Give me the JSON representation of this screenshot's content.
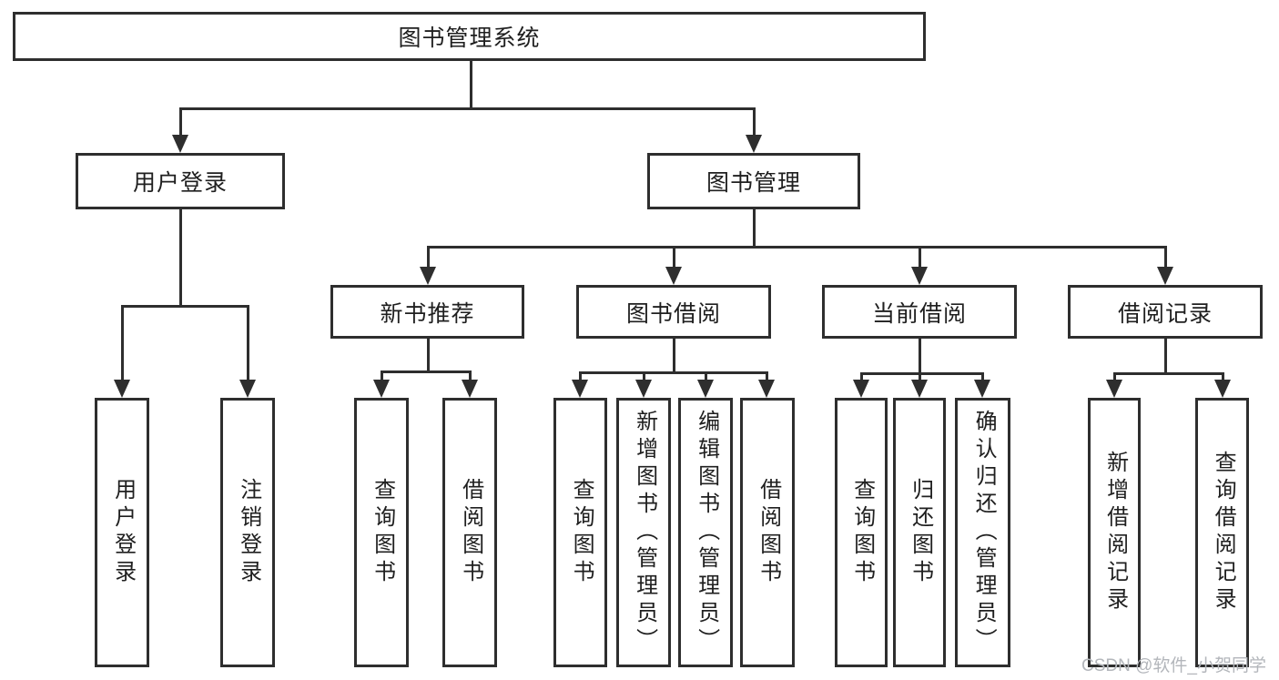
{
  "colors": {
    "line": "#2e2e2e",
    "text": "#1f1f1f",
    "background": "#ffffff",
    "watermark": "#b3b6bb"
  },
  "root": {
    "label": "图书管理系统"
  },
  "level2": [
    {
      "label": "用户登录"
    },
    {
      "label": "图书管理"
    }
  ],
  "user_login_children": [
    {
      "label": "用户登录"
    },
    {
      "label": "注销登录"
    }
  ],
  "level3": [
    {
      "label": "新书推荐"
    },
    {
      "label": "图书借阅"
    },
    {
      "label": "当前借阅"
    },
    {
      "label": "借阅记录"
    }
  ],
  "new_book_children": [
    {
      "label": "查询图书"
    },
    {
      "label": "借阅图书"
    }
  ],
  "book_borrow_children": [
    {
      "label": "查询图书"
    },
    {
      "label": "新增图书（管理员）"
    },
    {
      "label": "编辑图书（管理员）"
    },
    {
      "label": "借阅图书"
    }
  ],
  "current_borrow_children": [
    {
      "label": "查询图书"
    },
    {
      "label": "归还图书"
    },
    {
      "label": "确认归还（管理员）"
    }
  ],
  "records_children": [
    {
      "label": "新增借阅记录"
    },
    {
      "label": "查询借阅记录"
    }
  ],
  "watermark": "CSDN @软件_小贺同学"
}
